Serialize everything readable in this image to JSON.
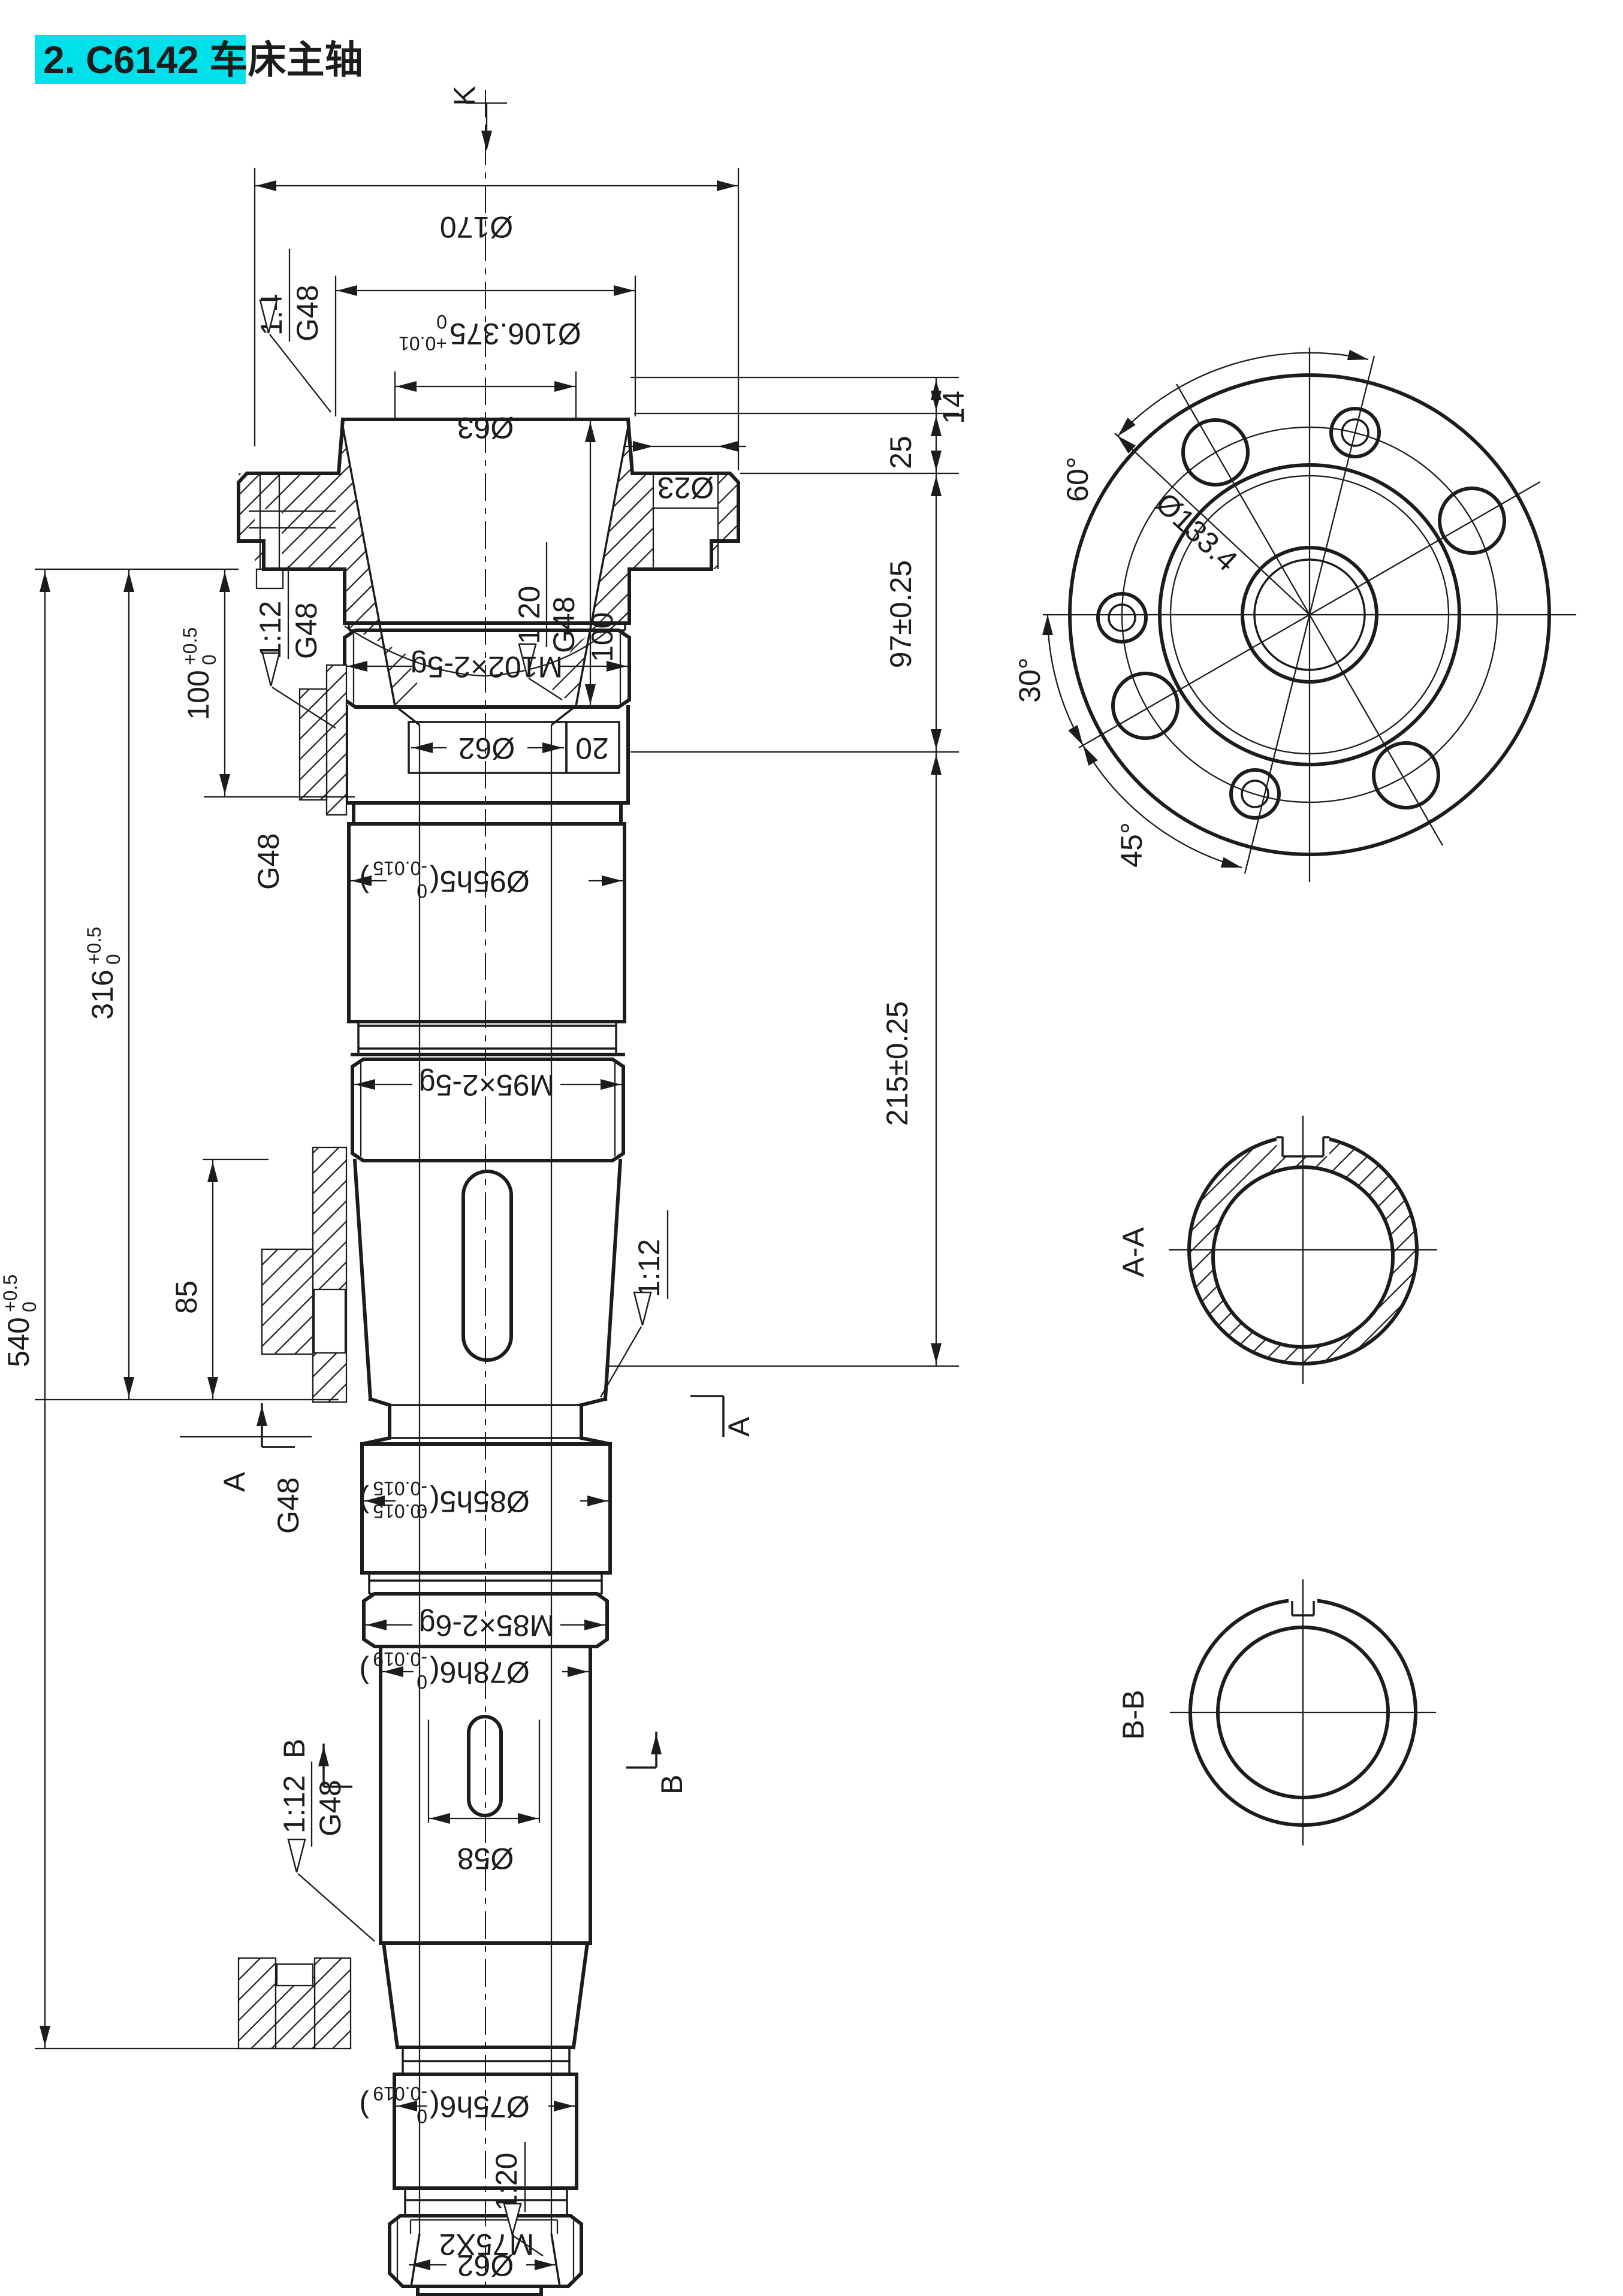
{
  "title": "2.   C6142 车床主轴",
  "colors": {
    "ink": "#1c1c1c",
    "highlight": "#00e0ea"
  },
  "main_view": {
    "k_label": "K",
    "dims": {
      "d170": "Ø170",
      "d106": {
        "base": "Ø106.375",
        "sup": "+0.01",
        "sub": "0"
      },
      "d63": "Ø63",
      "d23": "Ø23",
      "taper_nose": "1:4",
      "taper_bore": "1:20",
      "taper_left": "1:12",
      "taper_right": "1:12",
      "taper_b": "1:12",
      "taper_end": "1:20",
      "g48": "G48",
      "bore_depth": "100",
      "m102": "M102×2-5g",
      "d62_key": "Ø62",
      "key_width": "20",
      "d95": {
        "base": "Ø95h5(",
        "sup": "0",
        "sub": "-0.015",
        "close": ")"
      },
      "m95": "M95×2-5g",
      "len100": {
        "base": "100",
        "sup": "+0.5",
        "sub": "0"
      },
      "len316": {
        "base": "316",
        "sup": "+0.5",
        "sub": "0"
      },
      "len540": {
        "base": "540",
        "sup": "+0.5",
        "sub": "0"
      },
      "len85": "85",
      "len14": "14",
      "len25": "25",
      "len97": "97±0.25",
      "len215": "215±0.25",
      "d85": {
        "base": "Ø85h5(",
        "sup": "0",
        "sub": "-0.015",
        "close": ")"
      },
      "m85": "M85×2-6g",
      "d78": {
        "base": "Ø78h6(",
        "sup": "0",
        "sub": "-0.019",
        "close": ")"
      },
      "d58": "Ø58",
      "d75": {
        "base": "Ø75h6(",
        "sup": "0",
        "sub": "-0.019",
        "close": ")"
      },
      "m75": "M75X2",
      "d62_end": "Ø62",
      "sec_a": "A",
      "sec_b": "B"
    }
  },
  "flange_view": {
    "deg60": "60°",
    "deg30": "30°",
    "deg45": "45°",
    "bolt_circle": "Ø133.4"
  },
  "section_aa": {
    "label": "A-A"
  },
  "section_bb": {
    "label": "B-B"
  }
}
